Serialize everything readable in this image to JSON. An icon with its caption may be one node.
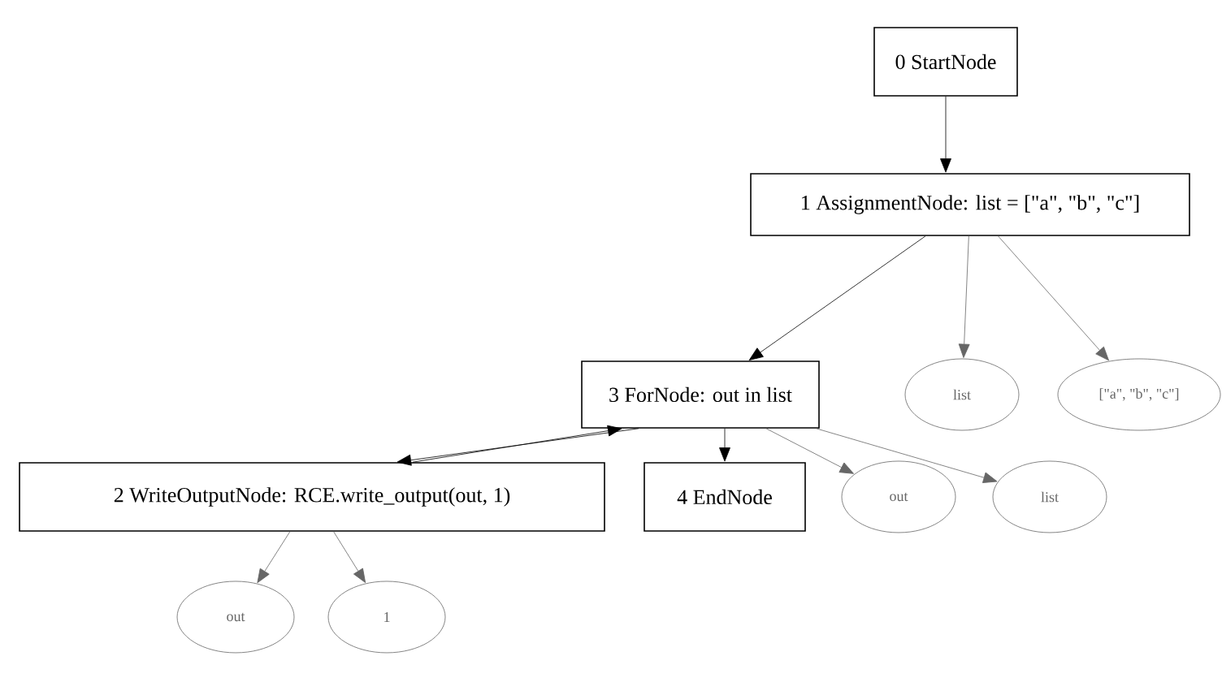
{
  "diagram": {
    "nodes": [
      {
        "text": [
          "0 StartNode"
        ]
      },
      {
        "text": [
          "1 AssignmentNode: list = [\"a\", \"b\", \"c\"]"
        ]
      },
      {
        "text": [
          "3 ForNode: out in list"
        ]
      },
      {
        "text": [
          "list"
        ]
      },
      {
        "text": [
          "[\"a\", \"b\", \"c\"]"
        ]
      },
      {
        "text": [
          "2 WriteOutputNode: RCE.write_output(out, 1)"
        ]
      },
      {
        "text": [
          "4 EndNode"
        ]
      },
      {
        "text": [
          "out"
        ]
      },
      {
        "text": [
          "list"
        ]
      },
      {
        "text": [
          "out"
        ]
      },
      {
        "text": [
          "1"
        ]
      }
    ],
    "edges": [
      {
        "from": 0,
        "to": 1,
        "arrow": "to",
        "color": "#000000"
      },
      {
        "from": 1,
        "to": 2,
        "arrow": "to",
        "color": "#000000"
      },
      {
        "from": 1,
        "to": 3,
        "arrow": "to"
      },
      {
        "from": 1,
        "to": 4,
        "arrow": "to"
      },
      {
        "from": 2,
        "to": 5,
        "arrow": "to",
        "color": "#000000"
      },
      {
        "from": 5,
        "to": 2,
        "arrow": "to",
        "color": "#000000"
      },
      {
        "from": 2,
        "to": 6,
        "arrow": "to",
        "color": "#000000"
      },
      {
        "from": 2,
        "to": 7,
        "arrow": "to"
      },
      {
        "from": 2,
        "to": 8,
        "arrow": "to"
      },
      {
        "from": 5,
        "to": 9,
        "arrow": "to"
      },
      {
        "from": 5,
        "to": 10,
        "arrow": "to"
      }
    ]
  }
}
